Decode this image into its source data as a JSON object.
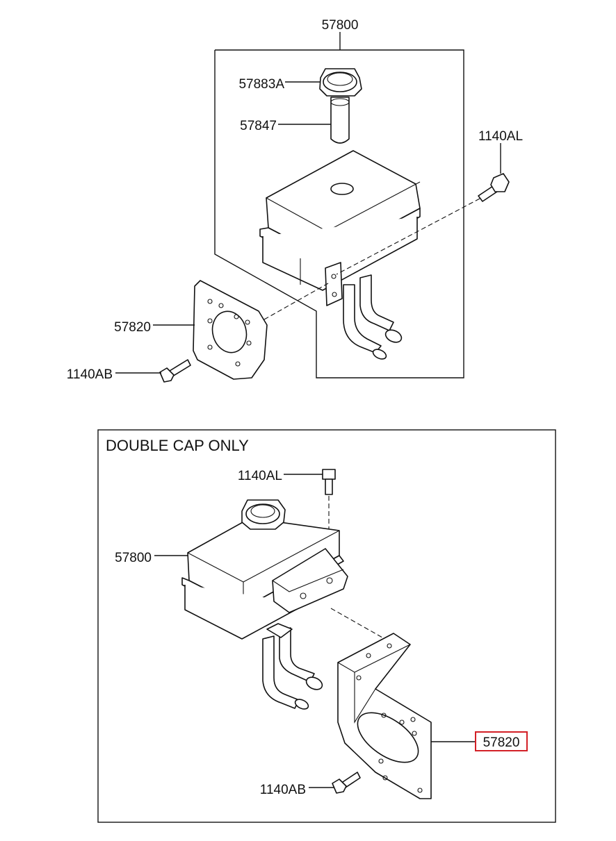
{
  "upper_diagram": {
    "assembly_label": "57800",
    "parts": {
      "cap": "57883A",
      "strainer": "57847",
      "bolt_top": "1140AL",
      "bracket": "57820",
      "bolt_bottom": "1140AB"
    }
  },
  "lower_diagram": {
    "caption": "DOUBLE CAP ONLY",
    "parts": {
      "bolt_top": "1140AL",
      "reservoir": "57800",
      "bracket": "57820",
      "bolt_bottom": "1140AB"
    },
    "highlighted_part": "57820",
    "highlight_color": "#d31f26"
  }
}
